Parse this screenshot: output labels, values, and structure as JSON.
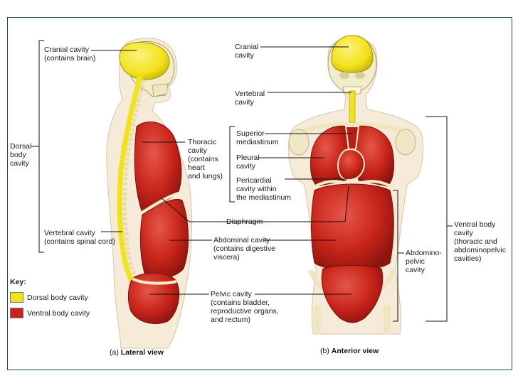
{
  "colors": {
    "dorsal": "#f2e21a",
    "ventral": "#c8241a",
    "skin": "#f6ead8",
    "bone": "#f3ecc9",
    "frame": "#1e4a3a"
  },
  "labels": {
    "cranial_left": "Cranial cavity\n(contains brain)",
    "dorsal_body": "Dorsal\nbody\ncavity",
    "thoracic": "Thoracic\ncavity\n(contains\nheart\nand lungs)",
    "vertebral_left": "Vertebral cavity\n(contains spinal cord)",
    "cranial_right": "Cranial\ncavity",
    "vertebral_right": "Vertebral\ncavity",
    "superior_mediastinum": "Superior\nmediastinum",
    "pleural": "Pleural\ncavity",
    "pericardial": "Pericardial\ncavity within\nthe mediastinum",
    "diaphragm": "Diaphragm",
    "abdominal": "Abdominal cavity\n(contains digestive\nviscera)",
    "pelvic": "Pelvic cavity\n(contains bladder,\nreproductive organs,\nand rectum)",
    "abdominopelvic": "Abdomino-\npelvic\ncavity",
    "ventral_body": "Ventral body\ncavity\n(thoracic and\nabdominopelvic\ncavities)"
  },
  "key": {
    "title": "Key:",
    "dorsal": "Dorsal body cavity",
    "ventral": "Ventral body cavity"
  },
  "captions": {
    "lateral_letter": "(a)",
    "lateral": "Lateral view",
    "anterior_letter": "(b)",
    "anterior": "Anterior view"
  }
}
